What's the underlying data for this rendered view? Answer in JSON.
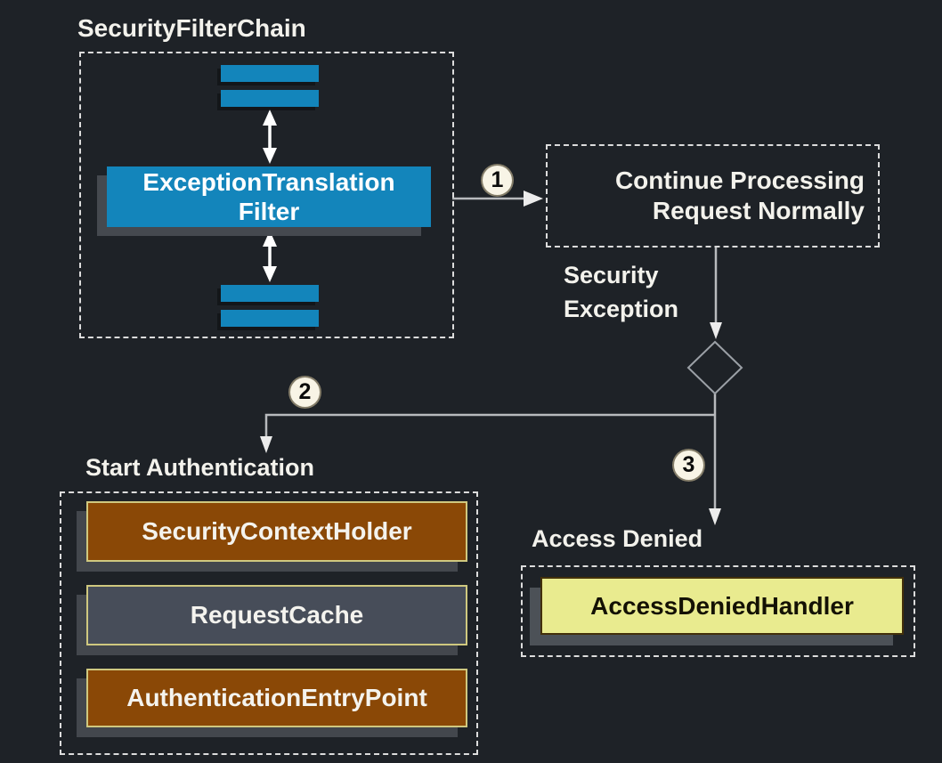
{
  "diagram": {
    "security_filter_chain": {
      "title": "SecurityFilterChain",
      "filter": {
        "line1": "ExceptionTranslation",
        "line2": "Filter"
      }
    },
    "step_badges": {
      "step1": "1",
      "step2": "2",
      "step3": "3"
    },
    "continue_processing": {
      "line1": "Continue Processing",
      "line2": "Request Normally"
    },
    "security_exception": {
      "line1": "Security",
      "line2": "Exception"
    },
    "start_authentication": {
      "title": "Start Authentication",
      "items": [
        {
          "label": "SecurityContextHolder"
        },
        {
          "label": "RequestCache"
        },
        {
          "label": "AuthenticationEntryPoint"
        }
      ]
    },
    "access_denied": {
      "title": "Access Denied",
      "handler": "AccessDeniedHandler"
    },
    "colors": {
      "background": "#1e2227",
      "filter_blue": "#1385bb",
      "holder_brown": "#8a4806",
      "cache_slate": "#474d59",
      "handler_yellow": "#e9eb8f",
      "box_border_yellow": "#cfc87f",
      "line_gray": "#b8babd",
      "arrow_white": "#ffffff"
    }
  }
}
